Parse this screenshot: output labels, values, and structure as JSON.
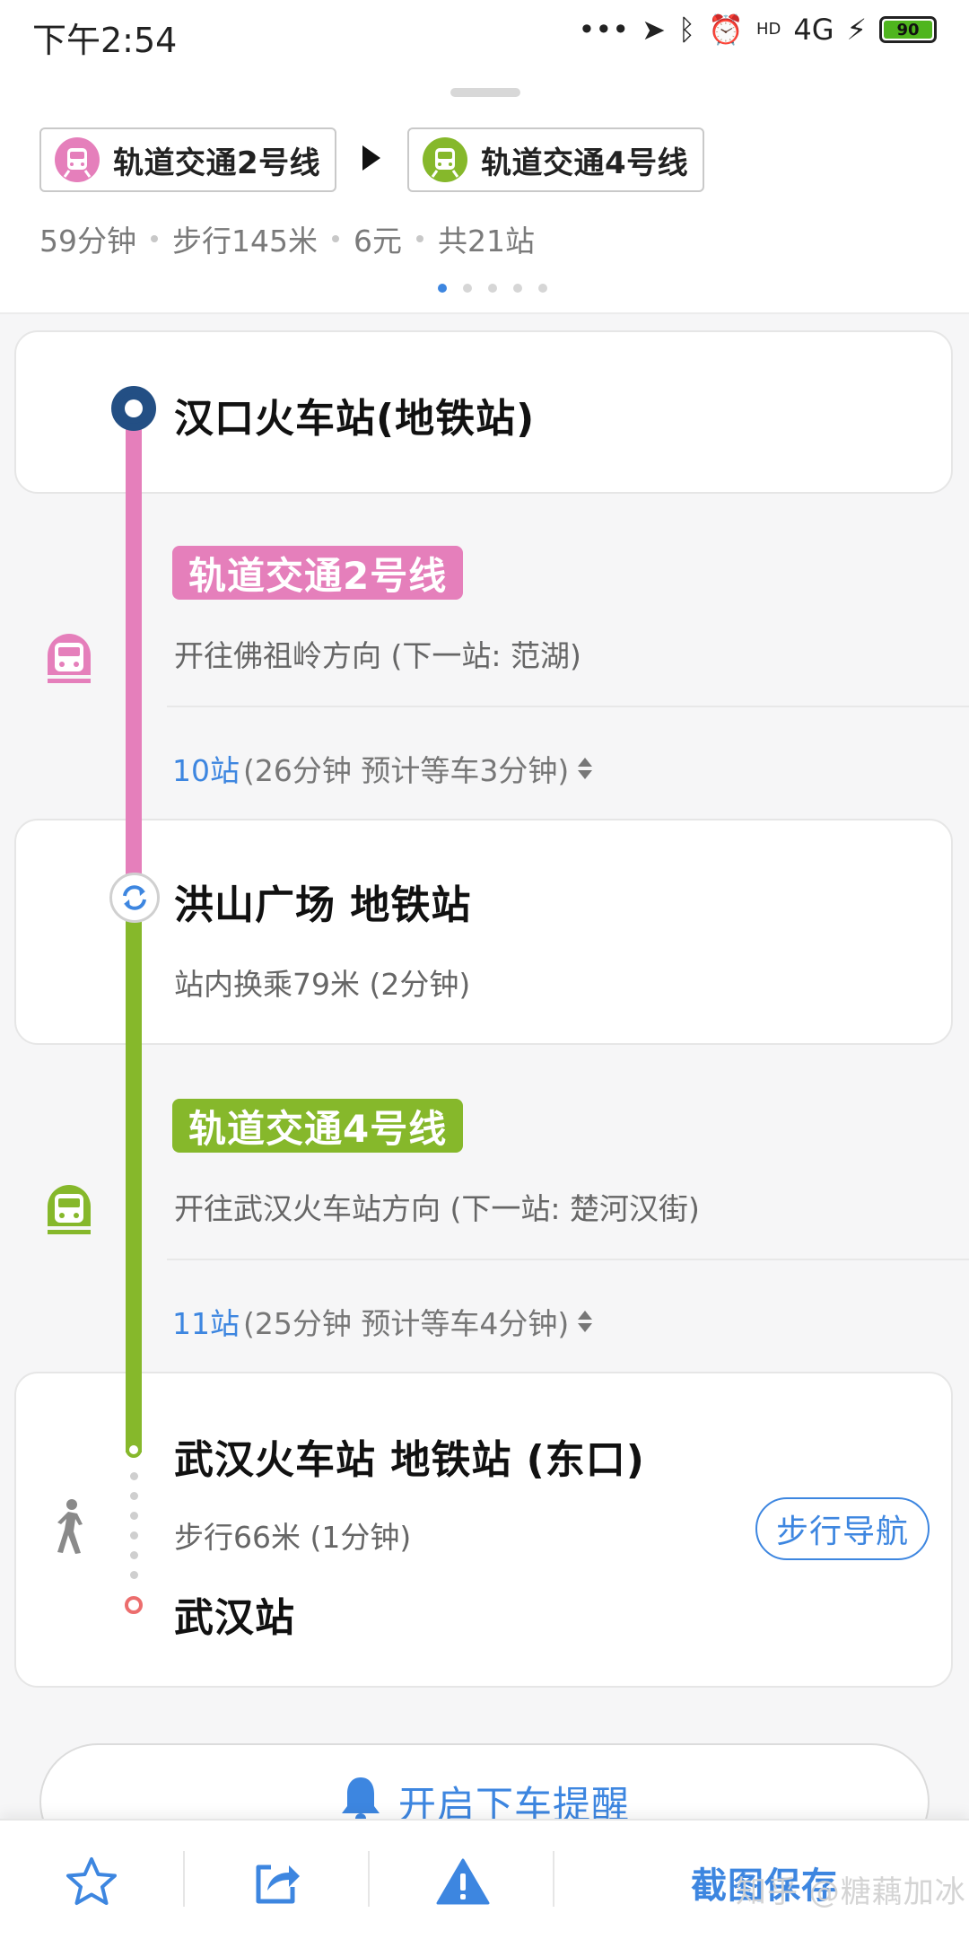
{
  "status_bar": {
    "time": "下午2:54",
    "network": "4G",
    "hd": "HD",
    "battery": "90"
  },
  "header": {
    "line_from": "轨道交通2号线",
    "line_to": "轨道交通4号线",
    "summary": {
      "duration": "59分钟",
      "walk": "步行145米",
      "price": "6元",
      "stations": "共21站"
    },
    "pager_total": 5,
    "pager_active": 1
  },
  "route": {
    "start_station": "汉口火车站(地铁站)",
    "leg1": {
      "line_name": "轨道交通2号线",
      "direction": "开往佛祖岭方向 (下一站: 范湖)",
      "stops_count": "10站",
      "stops_detail": "(26分钟 预计等车3分钟)"
    },
    "transfer": {
      "station": "洪山广场 地铁站",
      "detail": "站内换乘79米 (2分钟)"
    },
    "leg2": {
      "line_name": "轨道交通4号线",
      "direction": "开往武汉火车站方向 (下一站: 楚河汉街)",
      "stops_count": "11站",
      "stops_detail": "(25分钟 预计等车4分钟)"
    },
    "exit": {
      "station": "武汉火车站 地铁站 (东口)",
      "walk": "步行66米 (1分钟)",
      "nav_button": "步行导航"
    },
    "destination": "武汉站"
  },
  "remind_button": "开启下车提醒",
  "bottom_bar": {
    "screenshot_save": "截图保存"
  },
  "watermark": "知乎 @糖藕加冰",
  "colors": {
    "line2": "#e57fbb",
    "line4": "#86b82b",
    "accent": "#3d86e0",
    "start_node": "#234f84",
    "dest_node": "#ec6d6d"
  },
  "icons": [
    "metro-icon",
    "transfer-icon",
    "walk-icon",
    "bell-icon",
    "star-icon",
    "share-icon",
    "warning-icon"
  ]
}
